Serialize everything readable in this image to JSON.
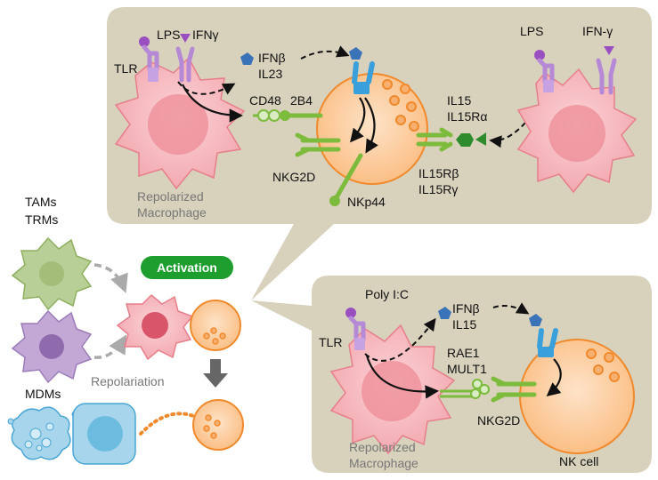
{
  "top_panel": {
    "lps": "LPS",
    "ifng": "IFNγ",
    "tlr": "TLR",
    "ifnb": "IFNβ",
    "il23": "IL23",
    "cd48": "CD48",
    "b2b4": "2B4",
    "nkg2d": "NKG2D",
    "nkp44": "NKp44",
    "repolarized_1": "Repolarized",
    "repolarized_2": "Macrophage",
    "il15": "IL15",
    "il15ra": "IL15Rα",
    "il15rb": "IL15Rβ",
    "il15rg": "IL15Rγ",
    "lps2": "LPS",
    "ifn_g2": "IFN-γ"
  },
  "left_panel": {
    "tams": "TAMs",
    "trms": "TRMs",
    "mdms": "MDMs",
    "repolariation": "Repolariation",
    "activation": "Activation"
  },
  "bottom_panel": {
    "polyic": "Poly I:C",
    "tlr": "TLR",
    "ifnb": "IFNβ",
    "il15": "IL15",
    "rae1": "RAE1",
    "mult1": "MULT1",
    "nkg2d": "NKG2D",
    "repolarized_1": "Repolarized",
    "repolarized_2": "Macrophage",
    "nkcell": "NK cell"
  },
  "colors": {
    "panel": "#d9d2bd",
    "macrophage": "#f4b7bd",
    "macrophage_nucleus": "#ee8c97",
    "nk_cell": "#fbc99a",
    "nk_border": "#f08a2c",
    "nk_granule": "#f08a2c",
    "green_receptor": "#7dbb3c",
    "blue_receptor": "#3aa0dc",
    "purple": "#9a4fc0",
    "activation": "#1e9e2e",
    "dark_green": "#2e8b2e"
  }
}
